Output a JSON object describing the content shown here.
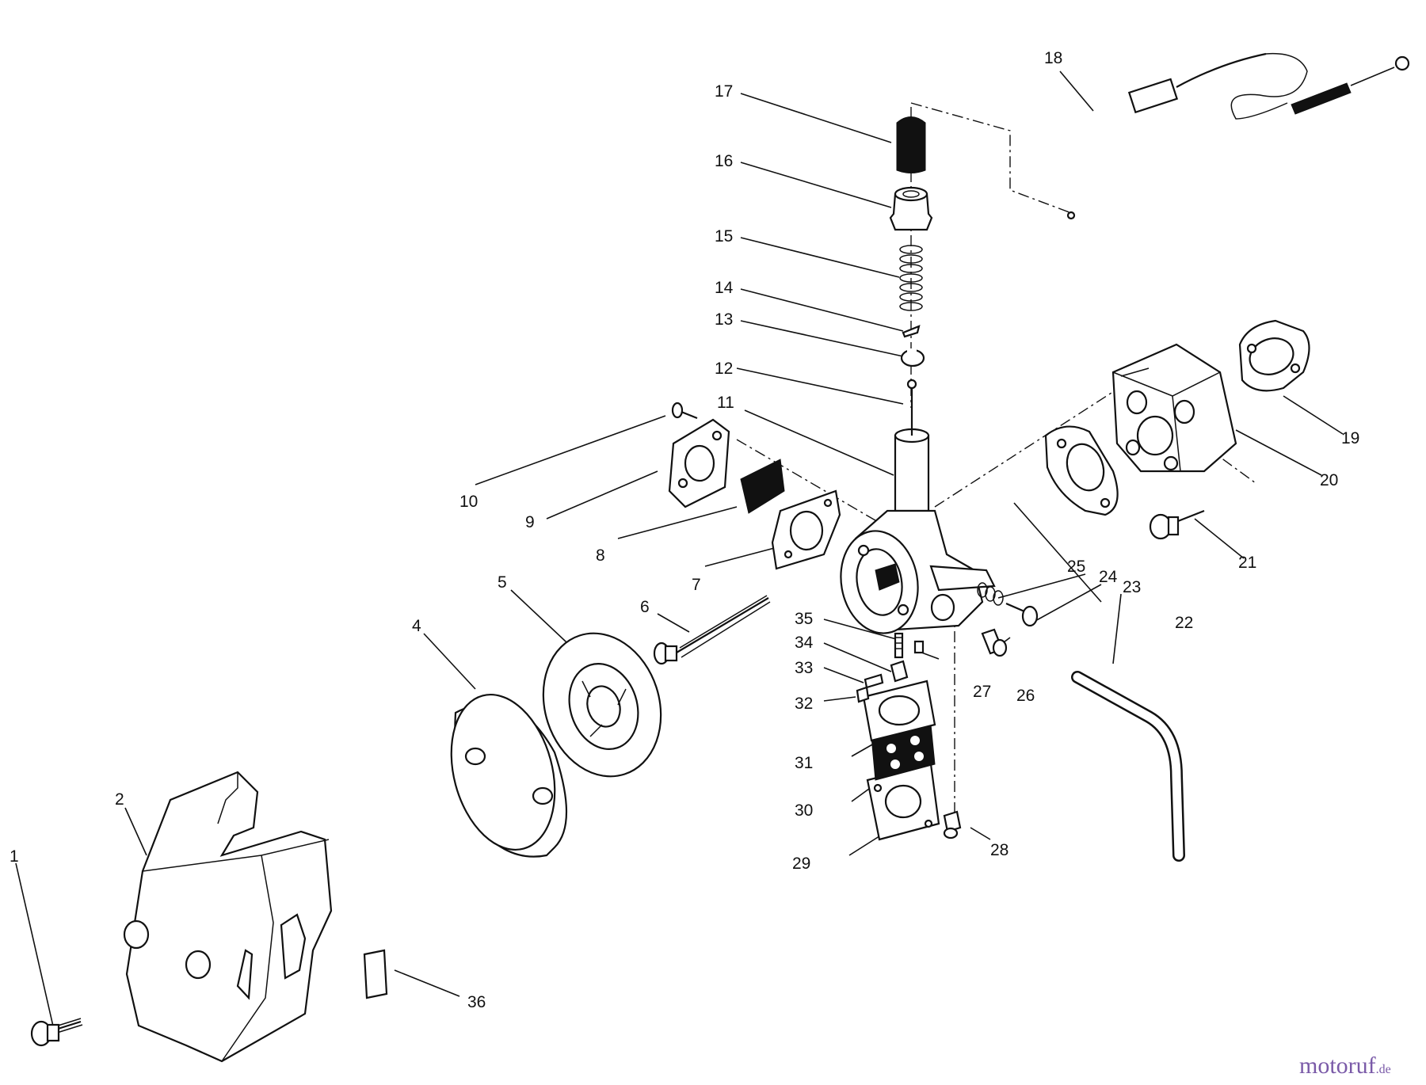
{
  "diagram": {
    "callouts": [
      {
        "id": "1",
        "label": "1"
      },
      {
        "id": "2",
        "label": "2"
      },
      {
        "id": "4",
        "label": "4"
      },
      {
        "id": "5",
        "label": "5"
      },
      {
        "id": "6",
        "label": "6"
      },
      {
        "id": "7",
        "label": "7"
      },
      {
        "id": "8",
        "label": "8"
      },
      {
        "id": "9",
        "label": "9"
      },
      {
        "id": "10",
        "label": "10"
      },
      {
        "id": "11",
        "label": "11"
      },
      {
        "id": "12",
        "label": "12"
      },
      {
        "id": "13",
        "label": "13"
      },
      {
        "id": "14",
        "label": "14"
      },
      {
        "id": "15",
        "label": "15"
      },
      {
        "id": "16",
        "label": "16"
      },
      {
        "id": "17",
        "label": "17"
      },
      {
        "id": "18",
        "label": "18"
      },
      {
        "id": "19",
        "label": "19"
      },
      {
        "id": "20",
        "label": "20"
      },
      {
        "id": "21",
        "label": "21"
      },
      {
        "id": "22",
        "label": "22"
      },
      {
        "id": "23",
        "label": "23"
      },
      {
        "id": "24",
        "label": "24"
      },
      {
        "id": "25",
        "label": "25"
      },
      {
        "id": "26",
        "label": "26"
      },
      {
        "id": "27",
        "label": "27"
      },
      {
        "id": "28",
        "label": "28"
      },
      {
        "id": "29",
        "label": "29"
      },
      {
        "id": "30",
        "label": "30"
      },
      {
        "id": "31",
        "label": "31"
      },
      {
        "id": "32",
        "label": "32"
      },
      {
        "id": "33",
        "label": "33"
      },
      {
        "id": "34",
        "label": "34"
      },
      {
        "id": "35",
        "label": "35"
      },
      {
        "id": "36",
        "label": "36"
      }
    ]
  },
  "watermark": {
    "main": "motoruf",
    "suffix": ".de",
    "color_main": "#7a5aa8",
    "color_accent": "#e07a1a"
  }
}
